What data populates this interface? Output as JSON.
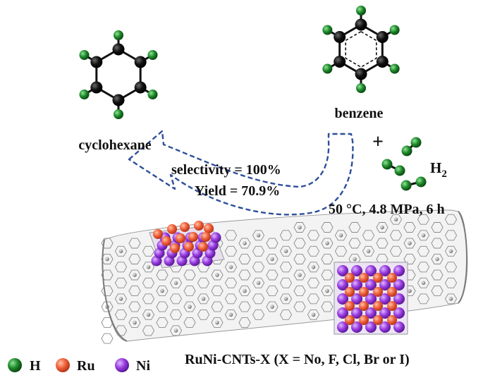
{
  "labels": {
    "cyclohexane": "cyclohexane",
    "benzene": "benzene",
    "plus": "+",
    "h2_letter": "H",
    "h2_sub": "2",
    "selectivity": "selectivity = 100%",
    "yield": "Yield = 70.9%",
    "conditions": "50 °C, 4.8 MPa, 6 h",
    "catalyst": "RuNi-CNTs-X (X = No, F, Cl, Br or I)"
  },
  "legend": [
    {
      "name": "H",
      "color": "#1f8a2a"
    },
    {
      "name": "Ru",
      "color": "#f0603a"
    },
    {
      "name": "Ni",
      "color": "#9a3ce0"
    }
  ],
  "colors": {
    "carbon": "#111111",
    "hydrogen": "#1f8a2a",
    "ruthenium": "#f0603a",
    "nickel": "#9a3ce0",
    "nanotube": "#8a8a8a",
    "arrow": "#2d4f9a"
  }
}
